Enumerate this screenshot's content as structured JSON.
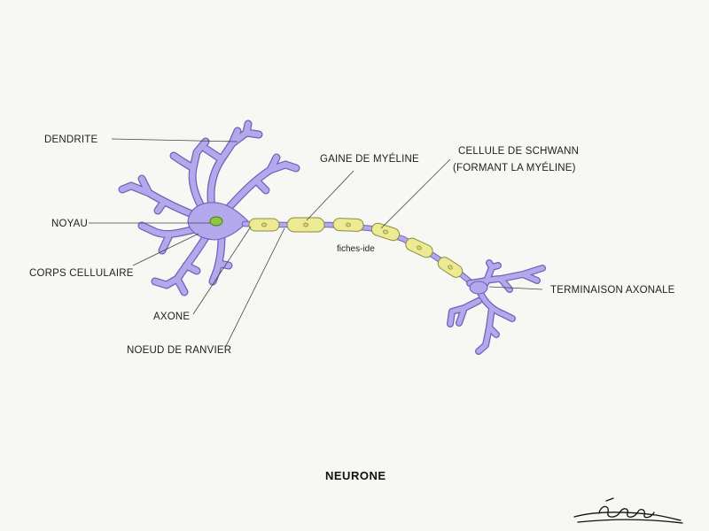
{
  "diagram": {
    "title": "NEURONE",
    "watermark": "fiches-ide",
    "signature": "Léana",
    "labels": {
      "dendrite": "DENDRITE",
      "noyau": "NOYAU",
      "corps_cellulaire": "CORPS CELLULAIRE",
      "axone": "AXONE",
      "noeud_ranvier": "NOEUD DE RANVIER",
      "gaine_myeline": "GAINE DE MYÉLINE",
      "schwann_line1": "CELLULE DE SCHWANN",
      "schwann_line2": "(FORMANT LA MYÉLINE)",
      "terminaison": "TERMINAISON AXONALE"
    },
    "colors": {
      "cytoplasm": "#b3a8ec",
      "outline": "#6e62b8",
      "myelin": "#eceb94",
      "nucleus": "#8ec73f",
      "background": "#f7f7f3"
    }
  }
}
